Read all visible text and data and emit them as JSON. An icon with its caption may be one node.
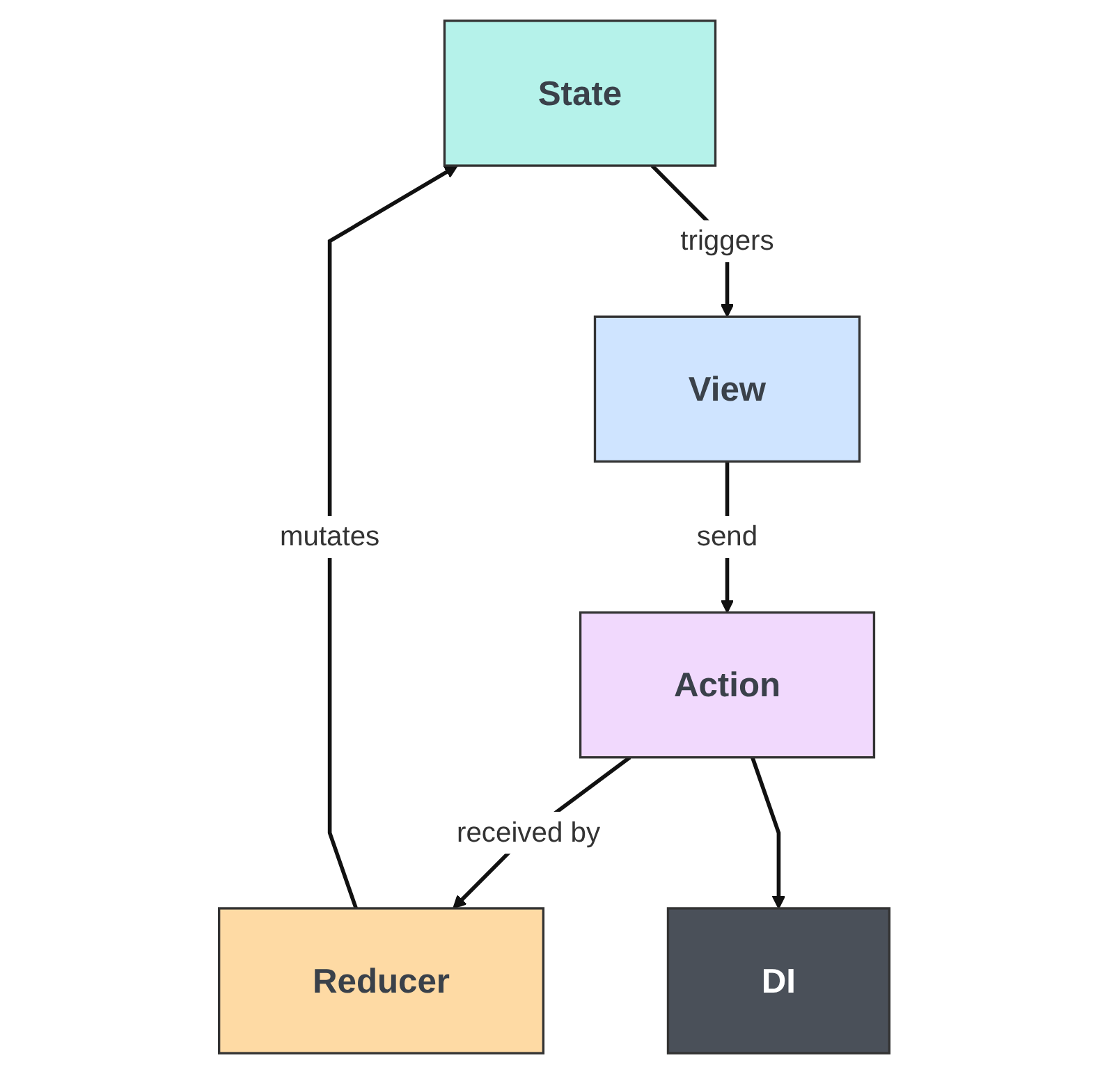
{
  "diagram": {
    "nodes": [
      {
        "text": [
          "State"
        ]
      },
      {
        "text": [
          "View"
        ]
      },
      {
        "text": [
          "Reducer"
        ]
      },
      {
        "text": [
          "Action"
        ]
      },
      {
        "text": [
          "DI"
        ]
      }
    ],
    "edges": [
      {
        "from": 0,
        "to": 1,
        "arrow": "to",
        "label": "triggers"
      },
      {
        "from": 1,
        "to": 3,
        "arrow": "to",
        "label": "send"
      },
      {
        "from": 3,
        "to": 2,
        "arrow": "to",
        "label": "received by"
      },
      {
        "from": 2,
        "to": 0,
        "arrow": "to",
        "label": "mutates"
      },
      {
        "from": 3,
        "to": 4,
        "arrow": "to"
      }
    ]
  }
}
